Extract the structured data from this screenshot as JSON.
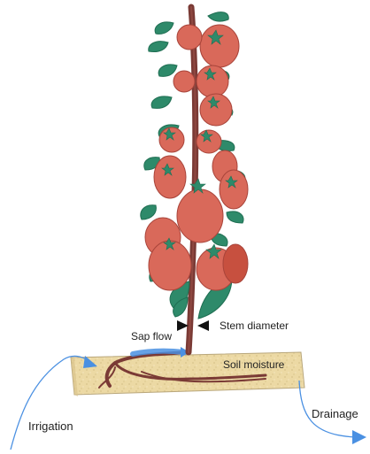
{
  "labels": {
    "sap_flow": "Sap flow",
    "stem_diameter": "Stem diameter",
    "soil_moisture": "Soil moisture",
    "irrigation": "Irrigation",
    "drainage": "Drainage"
  },
  "colors": {
    "tomato": "#d9695a",
    "tomato_shade": "#c7503f",
    "leaf": "#2e8a6a",
    "leaf_dark": "#1f6e52",
    "stem": "#7a3a35",
    "root": "#7a3a35",
    "substrate": "#ecd9a4",
    "substrate_edge": "#b9a77c",
    "flow_arrow": "#4a90e2",
    "sensor": "#111111"
  },
  "icons": {
    "stem_sensor": "bowtie-clamp-icon"
  }
}
